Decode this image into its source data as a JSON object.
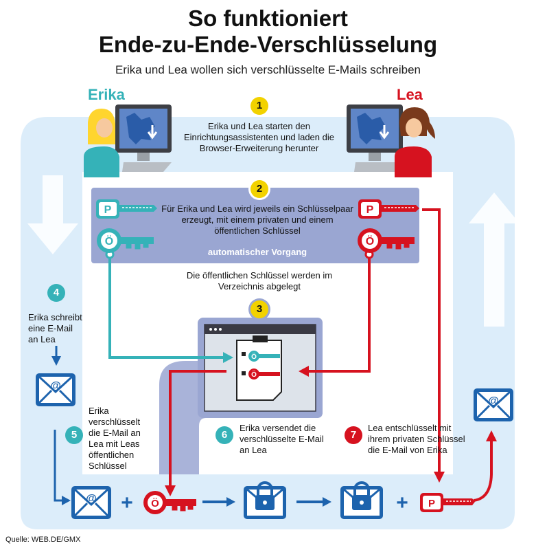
{
  "title_line1": "So funktioniert",
  "title_line2": "Ende-zu-Ende-Verschlüsselung",
  "subtitle": "Erika und Lea wollen sich verschlüsselte E-Mails schreiben",
  "persons": {
    "left": "Erika",
    "right": "Lea"
  },
  "steps": [
    {
      "number": "1",
      "text": "Erika und Lea starten den Einrichtungsassistenten und laden die Browser-Erweiterung herunter"
    },
    {
      "number": "2",
      "text": "Für Erika und Lea wird jeweils ein Schlüsselpaar erzeugt, mit einem privaten und einem öffentlichen Schlüssel"
    },
    {
      "number": "3",
      "text": "Die öffentlichen Schlüssel werden im Verzeichnis abgelegt"
    },
    {
      "number": "4",
      "text": "Erika schreibt eine E-Mail an Lea"
    },
    {
      "number": "5",
      "text": "Erika verschlüsselt die E-Mail an Lea mit Leas öffentlichen Schlüssel"
    },
    {
      "number": "6",
      "text": "Erika versendet die verschlüsselte E-Mail an Lea"
    },
    {
      "number": "7",
      "text": "Lea entschlüsselt mit ihrem privaten Schlüssel die E-Mail von Erika"
    }
  ],
  "auto_label": "automatischer Vorgang",
  "key_letters": {
    "private": "P",
    "public": "Ö"
  },
  "email_symbol": "@",
  "plus": "+",
  "source": "Quelle: WEB.DE/GMX",
  "colors": {
    "erika": "#35b2b8",
    "lea": "#d6121f",
    "blue": "#1d63ad",
    "panel": "#9aa6d2",
    "bg_light": "#dcedfa",
    "step_yellow": "#f2d200"
  }
}
